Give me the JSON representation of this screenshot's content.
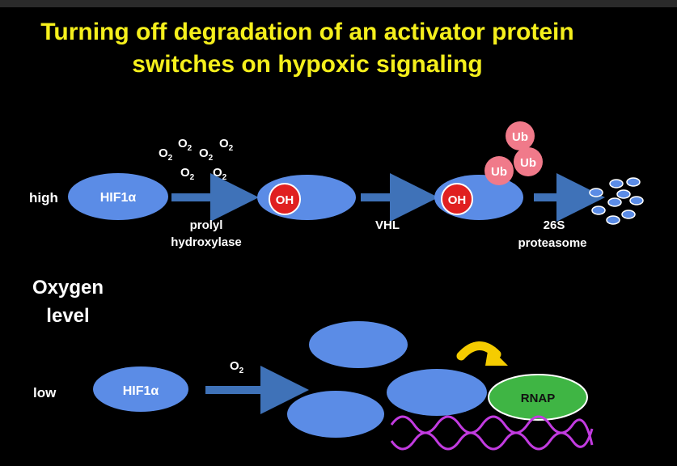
{
  "slide": {
    "title_line1": "Turning off degradation of an activator protein",
    "title_line2": "switches on hypoxic signaling"
  },
  "colors": {
    "title": "#f5ef1c",
    "protein": "#5b8ce6",
    "hydroxyl": "#e02020",
    "ubiquitin": "#f07a8a",
    "arrow": "#3f72b8",
    "rnap": "#3fb544",
    "dna": "#c23be0",
    "curved_arrow": "#f5cc00"
  },
  "oxygen": {
    "label_line1": "Oxygen",
    "label_line2": "level",
    "high": "high",
    "low": "low",
    "o2_main": "O",
    "o2_sub": "2"
  },
  "high_path": {
    "protein": "HIF1α",
    "enzyme_line1": "prolyl",
    "enzyme_line2": "hydroxylase",
    "hydroxyl": "OH",
    "ligase": "VHL",
    "ubiquitin": "Ub",
    "proteasome_line1": "26S",
    "proteasome_line2": "proteasome"
  },
  "low_path": {
    "protein": "HIF1α",
    "polymerase": "RNAP"
  }
}
